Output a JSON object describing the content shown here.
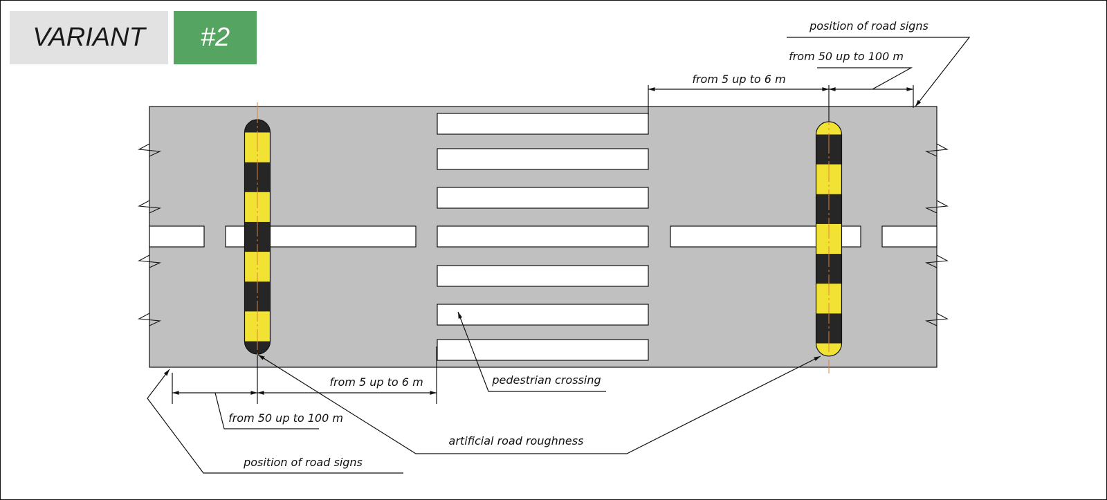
{
  "header": {
    "variant_label": "VARIANT",
    "variant_number": "#2"
  },
  "labels": {
    "top_road_signs": "position of road signs",
    "top_50_100": "from 50 up to 100 m",
    "top_5_6": "from 5 up to 6 m",
    "bottom_5_6": "from 5 up to 6 m",
    "bottom_50_100": "from 50 up to 100 m",
    "bottom_road_signs": "position of road signs",
    "roughness": "artificial road roughness",
    "crossing": "pedestrian crossing"
  },
  "colors": {
    "road": "#c0c0c0",
    "bump_yellow": "#f2e234",
    "bump_black": "#262626",
    "accent": "#56a461",
    "axis": "#d9833a"
  }
}
